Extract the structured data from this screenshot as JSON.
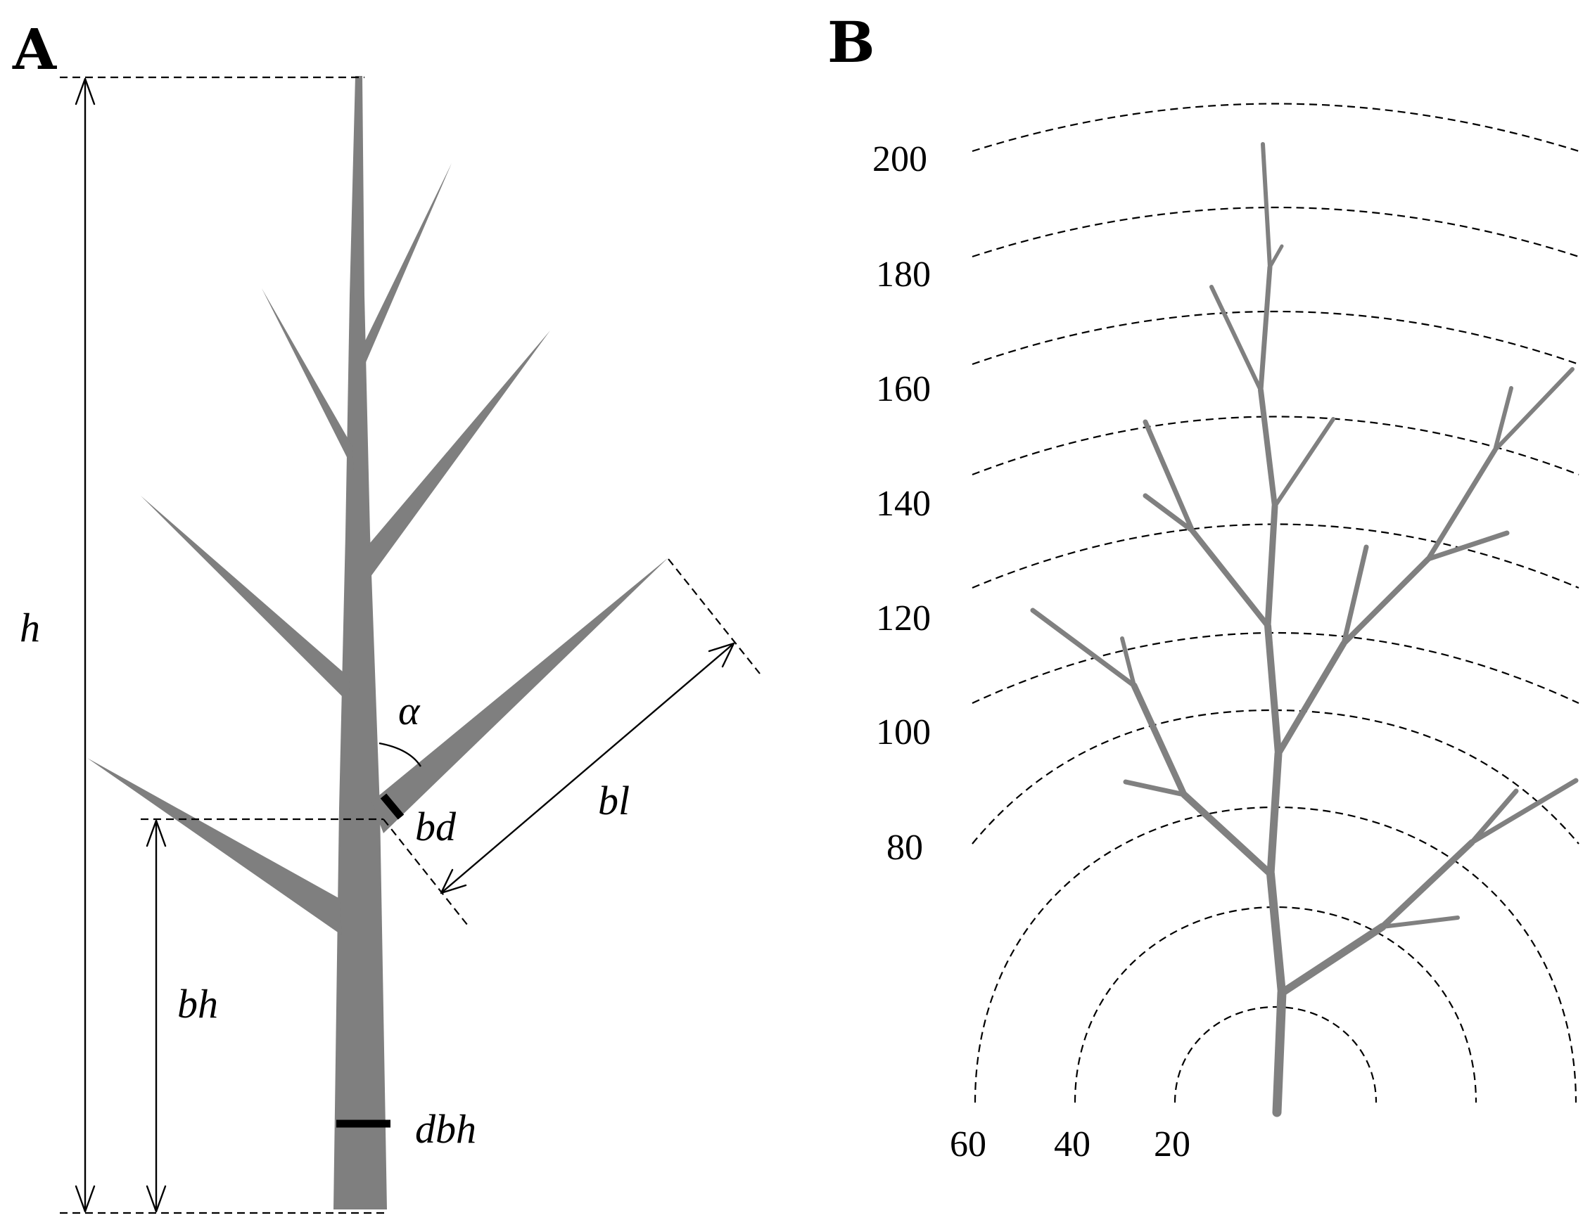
{
  "panels": {
    "a": {
      "letter": "A"
    },
    "b": {
      "letter": "B"
    }
  },
  "labels": {
    "h": "h",
    "bh": "bh",
    "bl": "bl",
    "bd": "bd",
    "alpha": "α",
    "dbh": "dbh"
  },
  "panel_b": {
    "height_ticks": [
      "200",
      "180",
      "160",
      "140",
      "120",
      "100",
      "80"
    ],
    "radius_ticks": [
      "60",
      "40",
      "20"
    ]
  },
  "colors": {
    "tree": "#808080",
    "line": "#000000",
    "background": "#ffffff"
  }
}
